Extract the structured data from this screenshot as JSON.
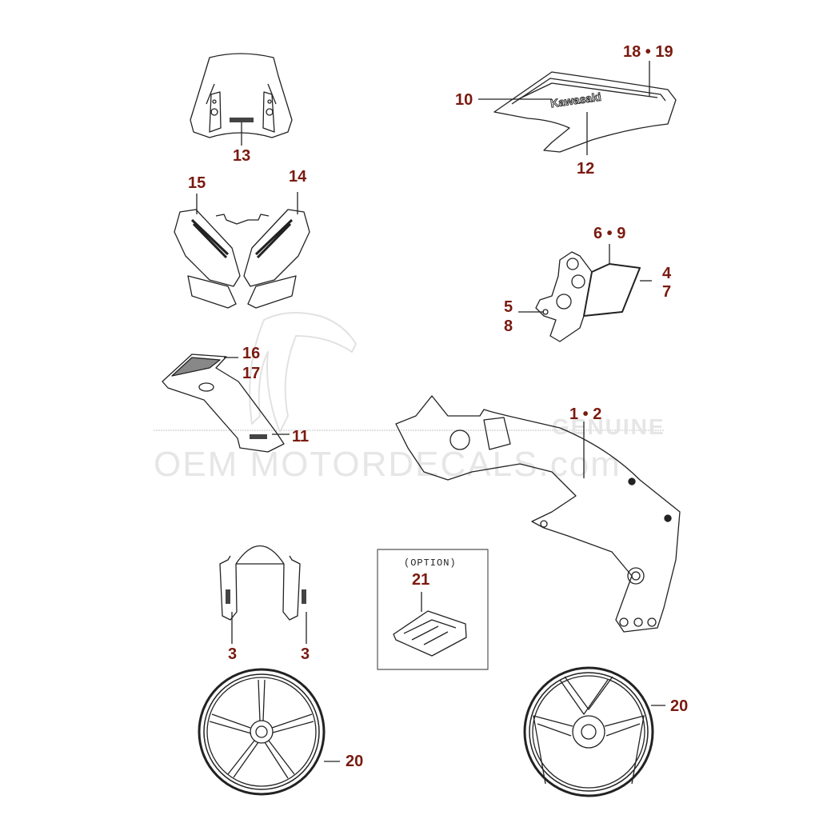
{
  "diagram": {
    "title": "Kawasaki decal / parts exploded diagram",
    "label_color": "#7a1a10",
    "watermark": {
      "line1": "GENUINE",
      "line2": "OEM MOTORDECALS.com",
      "color": "#e6e6e6"
    },
    "parts": [
      {
        "id": "windscreen",
        "callouts": [
          "13"
        ]
      },
      {
        "id": "fuel-tank-cover",
        "brand_text": "Kawasaki",
        "callouts": [
          "10",
          "12",
          "18 • 19"
        ]
      },
      {
        "id": "headlight-cowl",
        "callouts": [
          "15",
          "14"
        ]
      },
      {
        "id": "frame-side-cover",
        "callouts": [
          "6 • 9",
          "4",
          "7",
          "5",
          "8"
        ]
      },
      {
        "id": "side-fairing",
        "callouts": [
          "16",
          "17",
          "11"
        ]
      },
      {
        "id": "frame",
        "callouts": [
          "1 • 2"
        ]
      },
      {
        "id": "front-fork-guard",
        "callouts": [
          "3",
          "3"
        ]
      },
      {
        "id": "option-bracket",
        "option_label": "(OPTION)",
        "callouts": [
          "21"
        ]
      },
      {
        "id": "front-wheel",
        "callouts": [
          "20"
        ]
      },
      {
        "id": "rear-wheel",
        "callouts": [
          "20"
        ]
      }
    ]
  },
  "labels": {
    "l13": "13",
    "l18_19": "18 • 19",
    "l10": "10",
    "l12": "12",
    "l15": "15",
    "l14": "14",
    "l6_9": "6 • 9",
    "l4": "4",
    "l7": "7",
    "l5": "5",
    "l8": "8",
    "l16": "16",
    "l17": "17",
    "l11": "11",
    "l1_2": "1 • 2",
    "l21": "21",
    "option": "(OPTION)",
    "l3a": "3",
    "l3b": "3",
    "l20a": "20",
    "l20b": "20",
    "kawasaki": "Kawasaki"
  }
}
